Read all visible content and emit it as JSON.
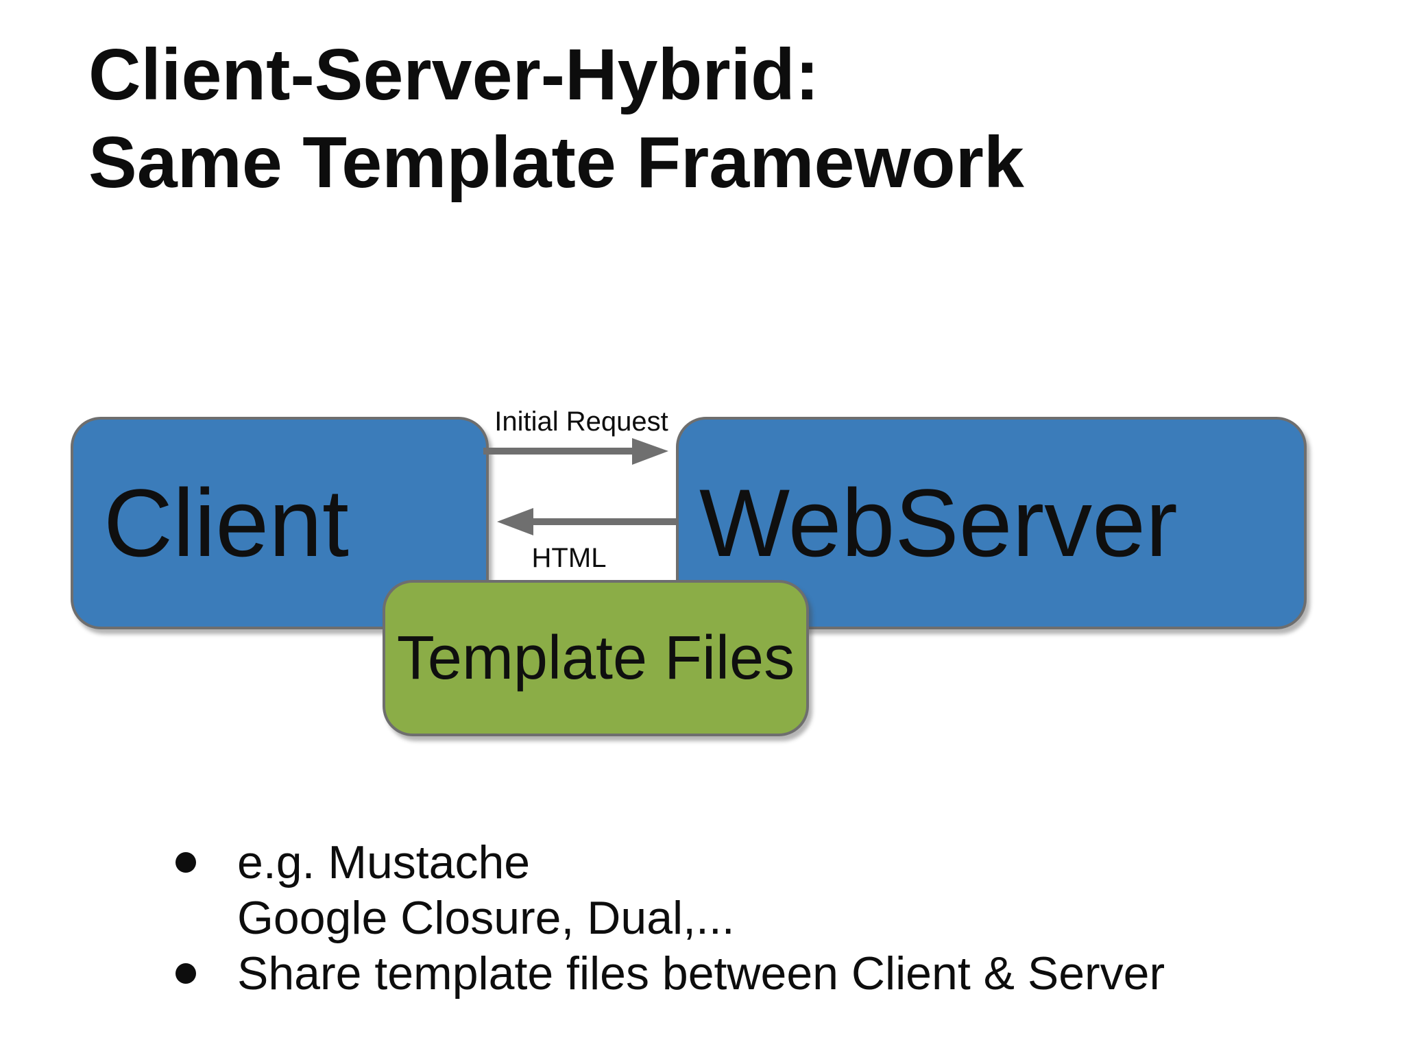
{
  "slide": {
    "title_line1": "Client-Server-Hybrid:",
    "title_line2": "Same Template Framework"
  },
  "diagram": {
    "client_label": "Client",
    "webserver_label": "WebServer",
    "template_files_label": "Template Files",
    "arrow_top_label": "Initial Request",
    "arrow_bottom_label": "HTML",
    "colors": {
      "box_blue": "#3b7cba",
      "box_green": "#8bad47",
      "border_gray": "#6e6e6e",
      "arrow_gray": "#6f6f6f",
      "text_black": "#0d0d0d",
      "background": "#ffffff"
    }
  },
  "bullets": {
    "item1_line1": "e.g. Mustache",
    "item1_line2": "Google Closure, Dual,...",
    "item2_line1": "Share template files between Client & Server"
  }
}
